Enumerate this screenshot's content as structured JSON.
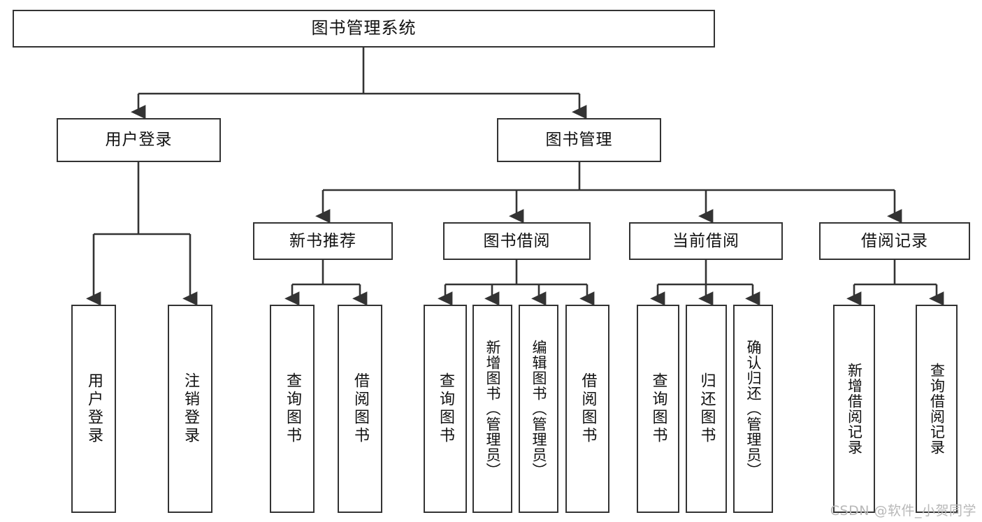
{
  "diagram": {
    "title": "图书管理系统",
    "type": "tree",
    "watermark": "CSDN @软件_小贺同学",
    "colors": {
      "box_border": "#333333",
      "box_fill": "#ffffff",
      "connector": "#333333",
      "text": "#111111",
      "watermark": "#b8b8b8"
    },
    "root": {
      "label": "图书管理系统"
    },
    "level2": [
      {
        "label": "用户登录"
      },
      {
        "label": "图书管理"
      }
    ],
    "level3": [
      {
        "label": "新书推荐"
      },
      {
        "label": "图书借阅"
      },
      {
        "label": "当前借阅"
      },
      {
        "label": "借阅记录"
      }
    ],
    "leaves": {
      "user_login": [
        {
          "label": "用户登录"
        },
        {
          "label": "注销登录"
        }
      ],
      "new_book_recommend": [
        {
          "label": "查询图书"
        },
        {
          "label": "借阅图书"
        }
      ],
      "book_borrow": [
        {
          "label": "查询图书"
        },
        {
          "label": "新增图书（管理员）"
        },
        {
          "label": "编辑图书（管理员）"
        },
        {
          "label": "借阅图书"
        }
      ],
      "current_borrow": [
        {
          "label": "查询图书"
        },
        {
          "label": "归还图书"
        },
        {
          "label": "确认归还（管理员）"
        }
      ],
      "borrow_record": [
        {
          "label": "新增借阅记录"
        },
        {
          "label": "查询借阅记录"
        }
      ]
    }
  }
}
